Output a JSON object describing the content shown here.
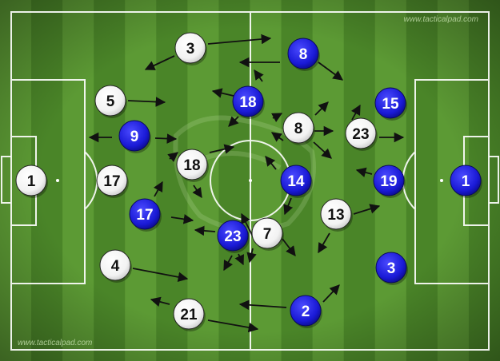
{
  "watermark_top": "www.tacticalpad.com",
  "watermark_bottom": "www.tacticalpad.com",
  "colors": {
    "grass_light": "#5c9a34",
    "grass_dark": "#4a8528",
    "line": "#ffffff",
    "white_team_fill": "#ffffff",
    "white_team_text": "#111111",
    "blue_team_fill": "#1a1ad6",
    "blue_team_text": "#ffffff",
    "arrow": "#111111"
  },
  "white_team": [
    {
      "id": "w1",
      "number": "1"
    },
    {
      "id": "w3",
      "number": "3"
    },
    {
      "id": "w5",
      "number": "5"
    },
    {
      "id": "w17",
      "number": "17"
    },
    {
      "id": "w18",
      "number": "18"
    },
    {
      "id": "w4",
      "number": "4"
    },
    {
      "id": "w21",
      "number": "21"
    },
    {
      "id": "w7",
      "number": "7"
    },
    {
      "id": "w8",
      "number": "8"
    },
    {
      "id": "w23",
      "number": "23"
    },
    {
      "id": "w13",
      "number": "13"
    }
  ],
  "blue_team": [
    {
      "id": "b8",
      "number": "8"
    },
    {
      "id": "b18",
      "number": "18"
    },
    {
      "id": "b9",
      "number": "9"
    },
    {
      "id": "b17",
      "number": "17"
    },
    {
      "id": "b23",
      "number": "23"
    },
    {
      "id": "b14",
      "number": "14"
    },
    {
      "id": "b15",
      "number": "15"
    },
    {
      "id": "b19",
      "number": "19"
    },
    {
      "id": "b1",
      "number": "1"
    },
    {
      "id": "b3",
      "number": "3"
    },
    {
      "id": "b2",
      "number": "2"
    }
  ]
}
